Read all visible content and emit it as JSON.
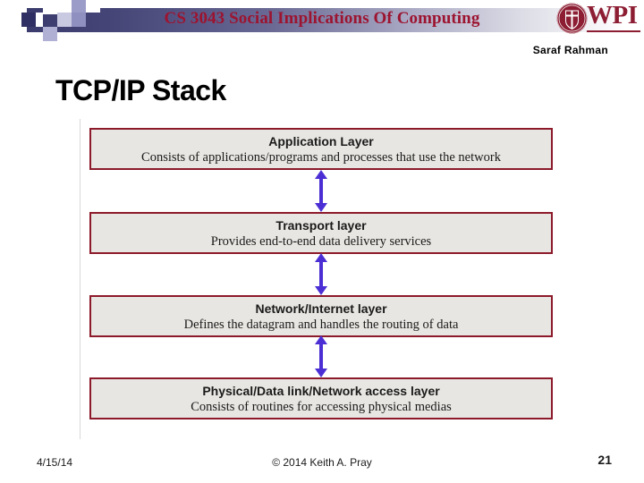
{
  "header": {
    "course_title": "CS 3043 Social Implications Of Computing",
    "logo_text": "WPI",
    "logo_name": "wpi-logo"
  },
  "presenter": {
    "name": "Saraf Rahman"
  },
  "slide": {
    "title": "TCP/IP Stack"
  },
  "diagram": {
    "name": "tcp-ip-stack-diagram",
    "layers": [
      {
        "title": "Application Layer",
        "description": "Consists of applications/programs and processes that use the network"
      },
      {
        "title": "Transport layer",
        "description": "Provides end-to-end data delivery services"
      },
      {
        "title": "Network/Internet layer",
        "description": "Defines the datagram and handles the routing of data"
      },
      {
        "title": "Physical/Data link/Network access layer",
        "description": "Consists of routines for accessing physical medias"
      }
    ],
    "connector_count": 3,
    "connector_icon": "double-headed-vertical-arrow-icon"
  },
  "footer": {
    "date": "4/15/14",
    "copyright": "© 2014 Keith A. Pray",
    "page_number": "21"
  },
  "colors": {
    "banner_dark": "#3b3b6d",
    "title_red": "#9c1430",
    "box_border": "#8c1a2a",
    "box_fill": "#e8e6e2",
    "arrow": "#4b2fd4",
    "wpi_crimson": "#8c1d32"
  }
}
